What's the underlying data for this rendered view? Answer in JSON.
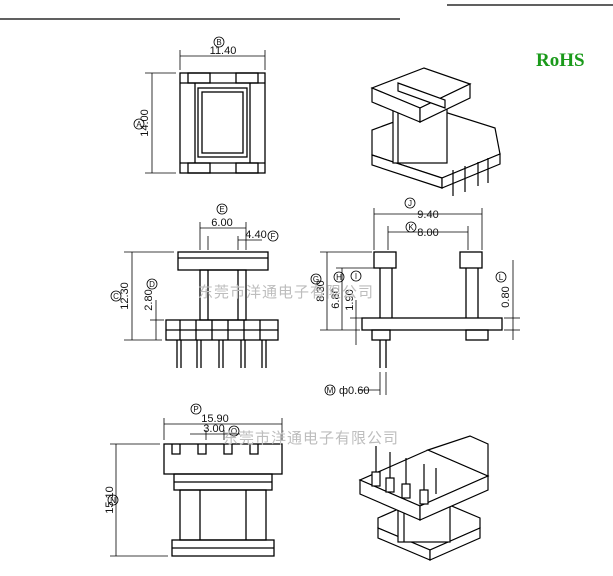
{
  "badge": {
    "text": "RoHS",
    "color": "#1a9a1a"
  },
  "watermark": {
    "text": "东莞市洋通电子有限公司"
  },
  "top_view": {
    "width_dim": "11.40",
    "width_ref": "B",
    "height_dim": "14.00",
    "height_ref": "A"
  },
  "front_view": {
    "dim_e": "6.00",
    "ref_e": "E",
    "dim_f": "4.40",
    "ref_f": "F",
    "dim_c": "12.30",
    "ref_c": "C",
    "dim_d": "2.80",
    "ref_d": "D"
  },
  "side_view": {
    "dim_j": "9.40",
    "ref_j": "J",
    "dim_k": "8.00",
    "ref_k": "K",
    "dim_g": "8.30",
    "ref_g": "G",
    "dim_h": "6.80",
    "ref_h": "H",
    "dim_i": "1.90",
    "ref_i": "I",
    "dim_l": "0.80",
    "ref_l": "L",
    "dim_m": "ф0.60",
    "ref_m": "M"
  },
  "bottom_view": {
    "dim_p": "15.90",
    "ref_p": "P",
    "dim_o": "3.00",
    "ref_o": "O",
    "dim_n": "15.10",
    "ref_n": "N"
  }
}
